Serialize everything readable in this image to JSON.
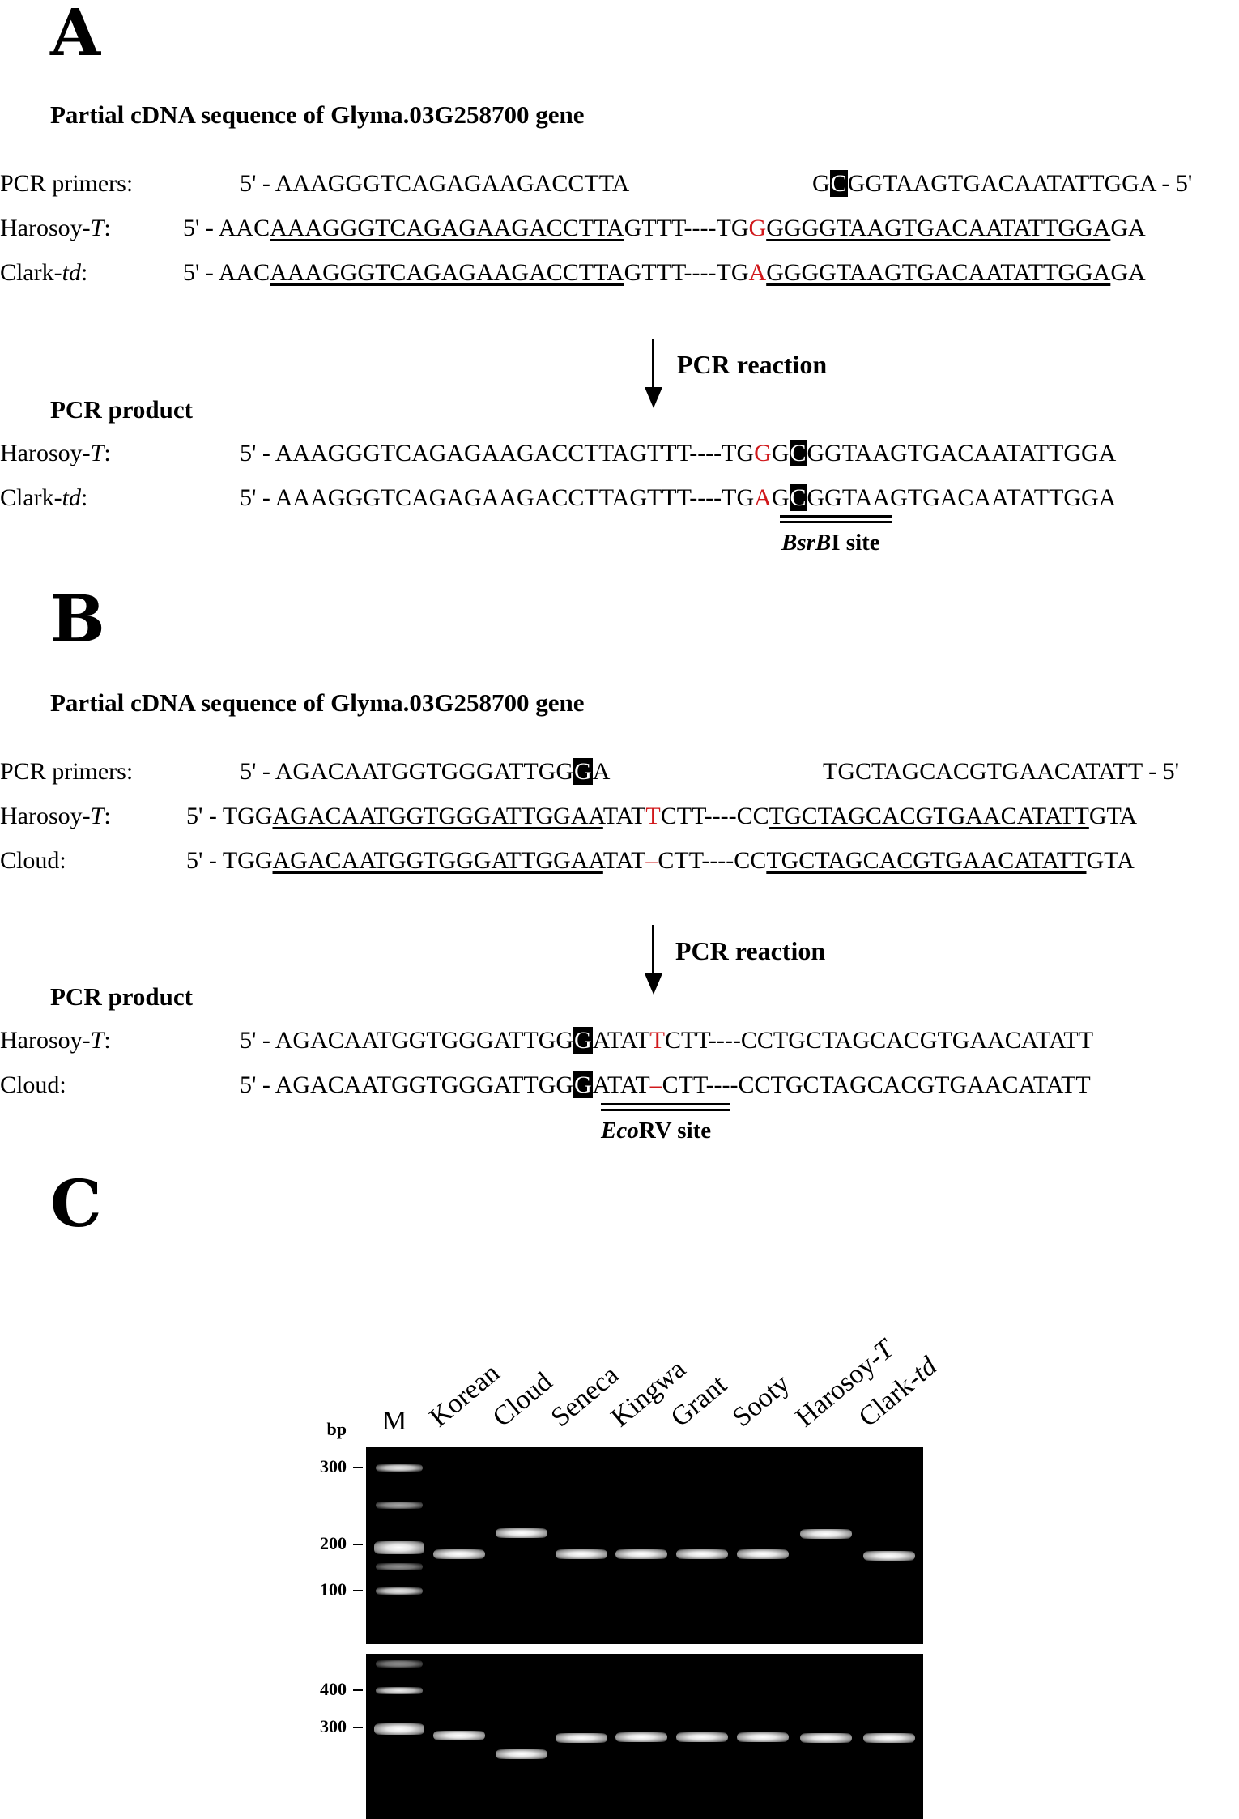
{
  "panelA": {
    "letter": "A",
    "heading": "Partial cDNA sequence of Glyma.03G258700 gene",
    "primers_label": "PCR primers:",
    "primer_fwd": "5' - AAAGGGTCAGAGAAGACCTTA",
    "primer_rev_pre": "G",
    "primer_rev_hl": "C",
    "primer_rev_post": "GGTAAGTGACAATATTGGA - 5'",
    "row1_label_pre": "Harosoy-",
    "row1_label_it": "T",
    "row1_label_post": ":",
    "row1_a": "5' - AAC",
    "row1_u1": "AAAGGGTCAGAGAAGACCTTA",
    "row1_b": "GTTT----TG",
    "row1_snp": "G",
    "row1_u2": "GGGGTAAGTGACAATATTGGA",
    "row1_c": "GA",
    "row2_label_pre": "Clark-",
    "row2_label_it": "td",
    "row2_label_post": ":",
    "row2_a": "5' - AAC",
    "row2_u1": "AAAGGGTCAGAGAAGACCTTA",
    "row2_b": "GTTT----TG",
    "row2_snp": "A",
    "row2_u2": "GGGGTAAGTGACAATATTGGA",
    "row2_c": "GA",
    "reaction": "PCR reaction",
    "product_heading": "PCR product",
    "prod1_label_pre": "Harosoy-",
    "prod1_label_it": "T",
    "prod1_label_post": ":",
    "prod1_a": "5' - AAAGGGTCAGAGAAGACCTTAGTTT----TG",
    "prod1_snp": "G",
    "prod1_b": "G",
    "prod1_hl": "C",
    "prod1_c": "GGTAAGTGACAATATTGGA",
    "prod2_label_pre": "Clark-",
    "prod2_label_it": "td",
    "prod2_label_post": ":",
    "prod2_a": "5' - AAAGGGTCAGAGAAGACCTTAGTTT----TG",
    "prod2_snp": "A",
    "prod2_b": "G",
    "prod2_hl": "C",
    "prod2_c": "GGTAAGTGACAATATTGGA",
    "site_it": "BsrB",
    "site_rest": "I site"
  },
  "panelB": {
    "letter": "B",
    "heading": "Partial cDNA sequence of Glyma.03G258700 gene",
    "primers_label": "PCR primers:",
    "primer_fwd_pre": "5' - AGACAATGGTGGGATTGG",
    "primer_fwd_hl": "G",
    "primer_fwd_post": "A",
    "primer_rev": "TGCTAGCACGTGAACATATT - 5'",
    "row1_label_pre": "Harosoy-",
    "row1_label_it": "T",
    "row1_label_post": ":",
    "row1_a": "5' - TGG",
    "row1_u1": "AGACAATGGTGGGATTGGAA",
    "row1_b": "TAT",
    "row1_snp": "T",
    "row1_c": "CTT----CC",
    "row1_u2": "TGCTAGCACGTGAACATATT",
    "row1_d": "GTA",
    "row2_label": "Cloud:",
    "row2_a": "5' - TGG",
    "row2_u1": "AGACAATGGTGGGATTGGAA",
    "row2_b": "TAT",
    "row2_snp": "–",
    "row2_c": "CTT----CC",
    "row2_u2": "TGCTAGCACGTGAACATATT",
    "row2_d": "GTA",
    "reaction": "PCR reaction",
    "product_heading": "PCR product",
    "prod1_label_pre": "Harosoy-",
    "prod1_label_it": "T",
    "prod1_label_post": ":",
    "prod1_a": "5' - AGACAATGGTGGGATTGG",
    "prod1_hl": "G",
    "prod1_b": "ATAT",
    "prod1_snp": "T",
    "prod1_c": "CTT----CCTGCTAGCACGTGAACATATT",
    "prod2_label": "Cloud:",
    "prod2_a": "5' - AGACAATGGTGGGATTGG",
    "prod2_hl": "G",
    "prod2_b": "ATAT",
    "prod2_snp": "–",
    "prod2_c": "CTT----CCTGCTAGCACGTGAACATATT",
    "site_it": "Eco",
    "site_rest": "RV site"
  },
  "panelC": {
    "letter": "C",
    "bp_unit": "bp",
    "marker_label": "M",
    "lanes": [
      "Korean",
      "Cloud",
      "Seneca",
      "Kingwa",
      "Grant",
      "Sooty",
      "Harosoy-",
      "Clark-"
    ],
    "lane_suffix": [
      "",
      "",
      "",
      "",
      "",
      "",
      "T",
      "td"
    ],
    "top_gel_ticks": [
      "300",
      "200",
      "100"
    ],
    "bottom_gel_ticks": [
      "400",
      "300"
    ]
  },
  "colors": {
    "snp": "#d0181b",
    "highlight": "#000000",
    "gel": "#000000"
  }
}
